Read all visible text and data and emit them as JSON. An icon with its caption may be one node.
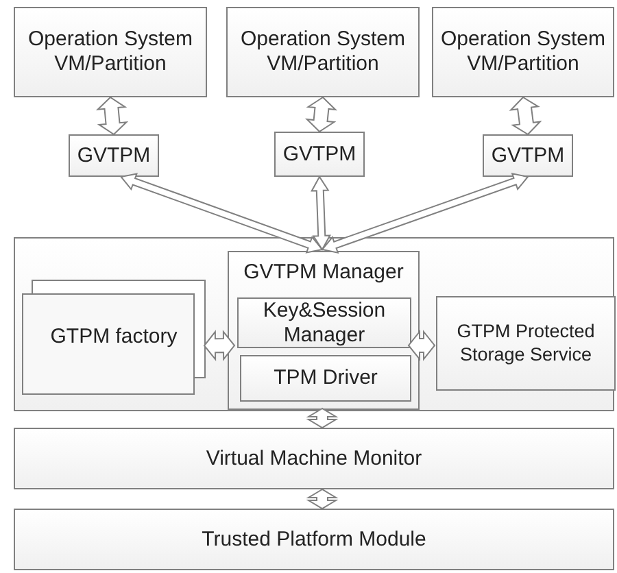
{
  "diagram": {
    "nodes": [
      {
        "text": [
          "Operation System VM/Partition"
        ]
      },
      {
        "text": [
          "Operation System VM/Partition"
        ]
      },
      {
        "text": [
          "Operation System VM/Partition"
        ]
      },
      {
        "text": [
          "GVTPM"
        ]
      },
      {
        "text": [
          "GVTPM"
        ]
      },
      {
        "text": [
          "GVTPM"
        ]
      },
      {
        "text": [],
        "shape": "box"
      },
      {
        "text": [
          "GVTPM Manager"
        ],
        "in": 6
      },
      {
        "text": [
          "Key&Session Manager"
        ],
        "in": 7
      },
      {
        "text": [
          "TPM Driver"
        ],
        "in": 7
      },
      {
        "text": [
          "GTPM factory"
        ],
        "in": 6
      },
      {
        "text": [
          "GTPM Protected Storage Service"
        ],
        "in": 6
      },
      {
        "text": [
          "Virtual Machine Monitor"
        ]
      },
      {
        "text": [
          "Trusted Platform Module"
        ]
      }
    ],
    "edges": [
      {
        "from": 0,
        "to": 3,
        "arrow": "both"
      },
      {
        "from": 1,
        "to": 4,
        "arrow": "both"
      },
      {
        "from": 2,
        "to": 5,
        "arrow": "both"
      },
      {
        "from": 7,
        "to": 3,
        "arrow": "both"
      },
      {
        "from": 7,
        "to": 4,
        "arrow": "both"
      },
      {
        "from": 7,
        "to": 5,
        "arrow": "both"
      },
      {
        "from": 10,
        "to": 8,
        "arrow": "both"
      },
      {
        "from": 8,
        "to": 11,
        "arrow": "both"
      },
      {
        "from": 7,
        "to": 12,
        "arrow": "both"
      },
      {
        "from": 12,
        "to": 13,
        "arrow": "both"
      }
    ]
  }
}
